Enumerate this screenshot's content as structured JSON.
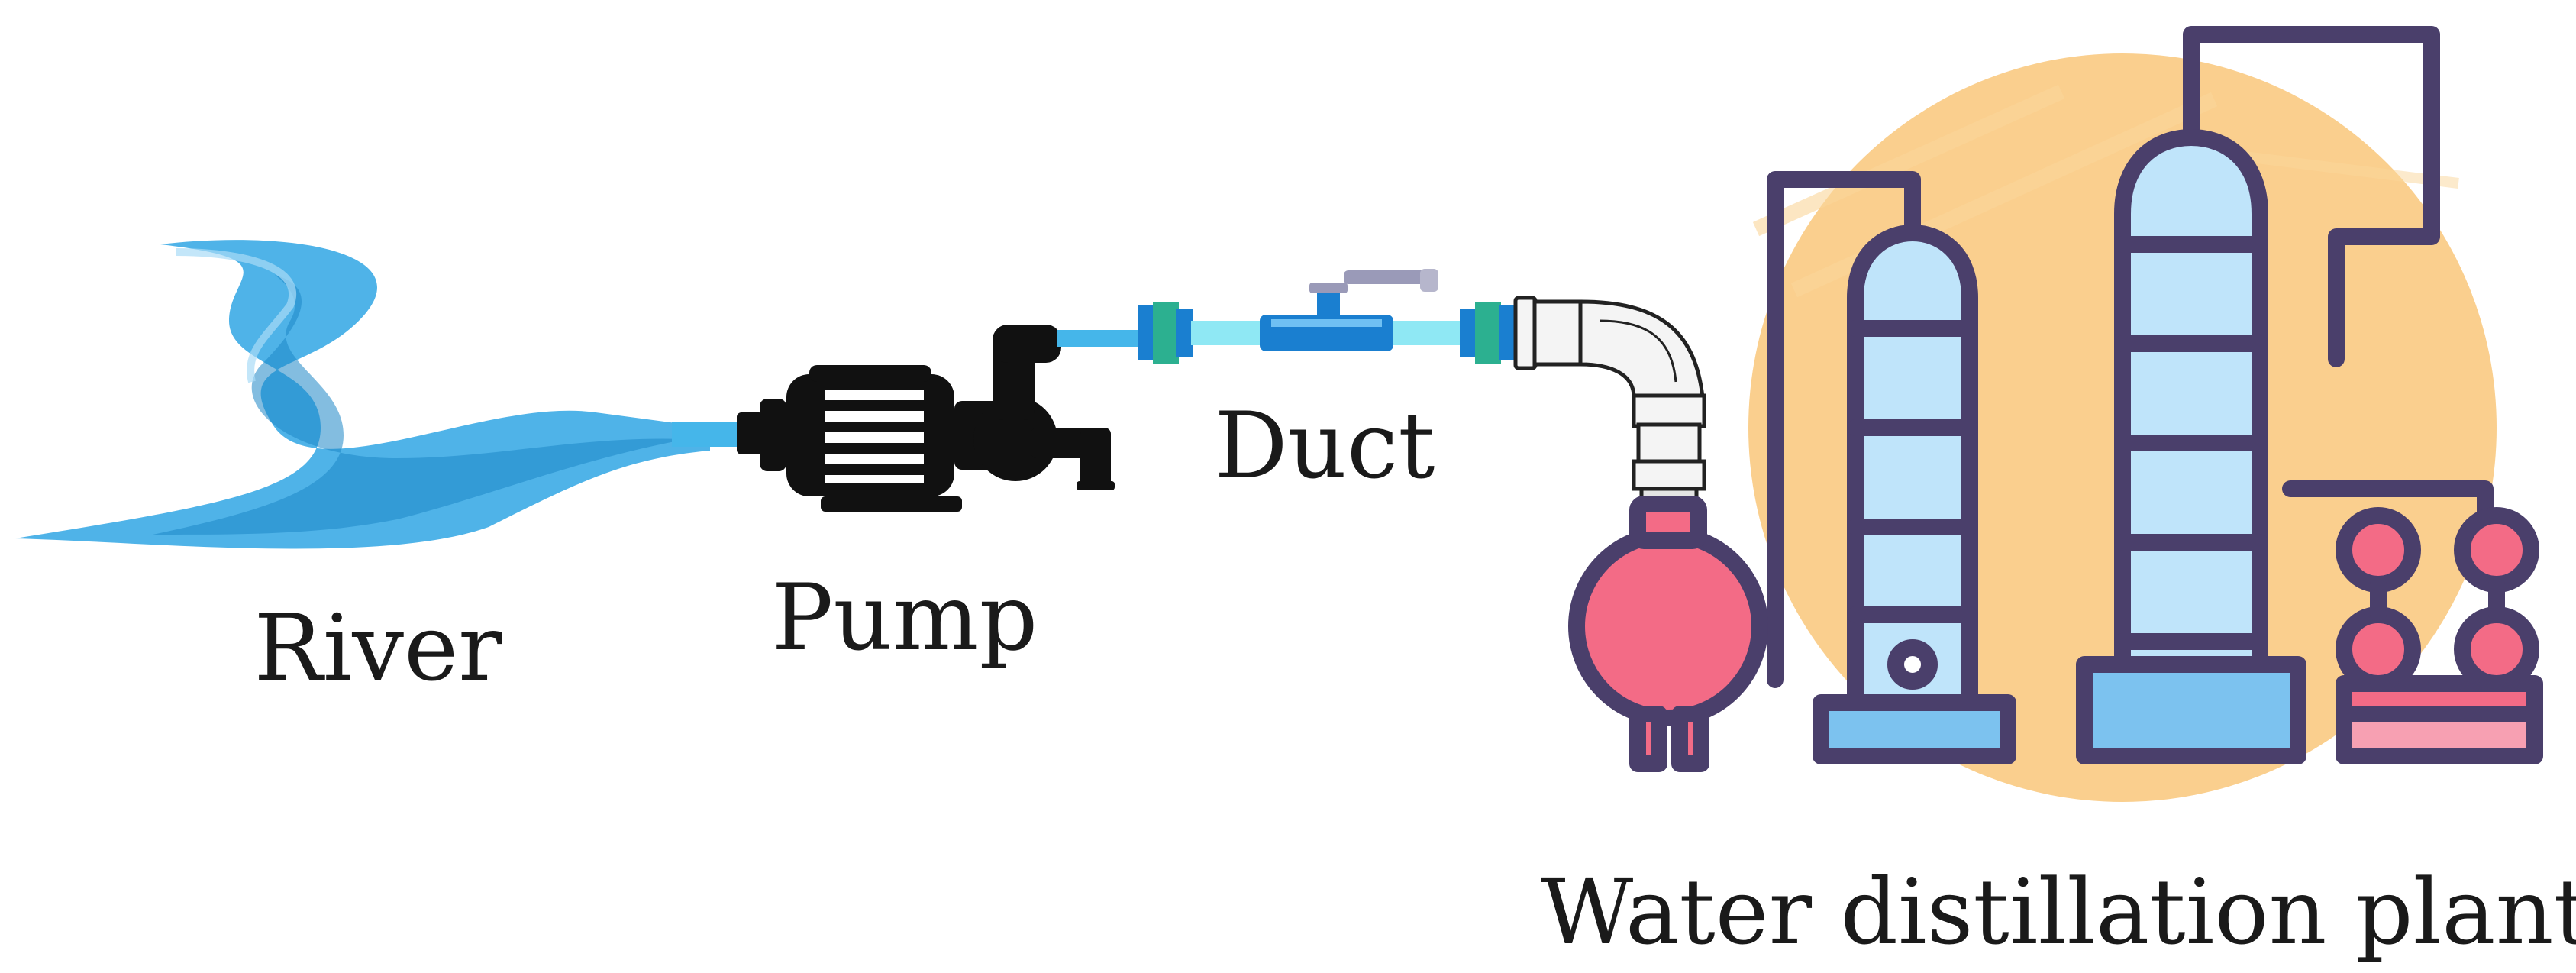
{
  "labels": {
    "river": "River",
    "pump": "Pump",
    "duct": "Duct",
    "plant": "Water distillation plant"
  },
  "colors": {
    "river_light": "#6cc4ee",
    "river_mid": "#3aa3dc",
    "river_dark": "#1d86c6",
    "pipe": "#45b6ea",
    "pipe_light": "#8fe8f4",
    "valve": "#1a7fd0",
    "valve_handle": "#9a9ab8",
    "fitting_green": "#2cb090",
    "plant_outline": "#4a3f6b",
    "plant_blue": "#bfe4fa",
    "plant_blue_dark": "#7cc2ef",
    "plant_pink": "#f36b86",
    "plant_sun": "#f9c77a",
    "label_text": "#1a1a1a",
    "pump_black": "#111111"
  },
  "icons": {
    "river": "river-stream-icon",
    "pump": "water-pump-icon",
    "duct": "pipe-with-valve-icon",
    "plant": "distillation-plant-icon"
  }
}
